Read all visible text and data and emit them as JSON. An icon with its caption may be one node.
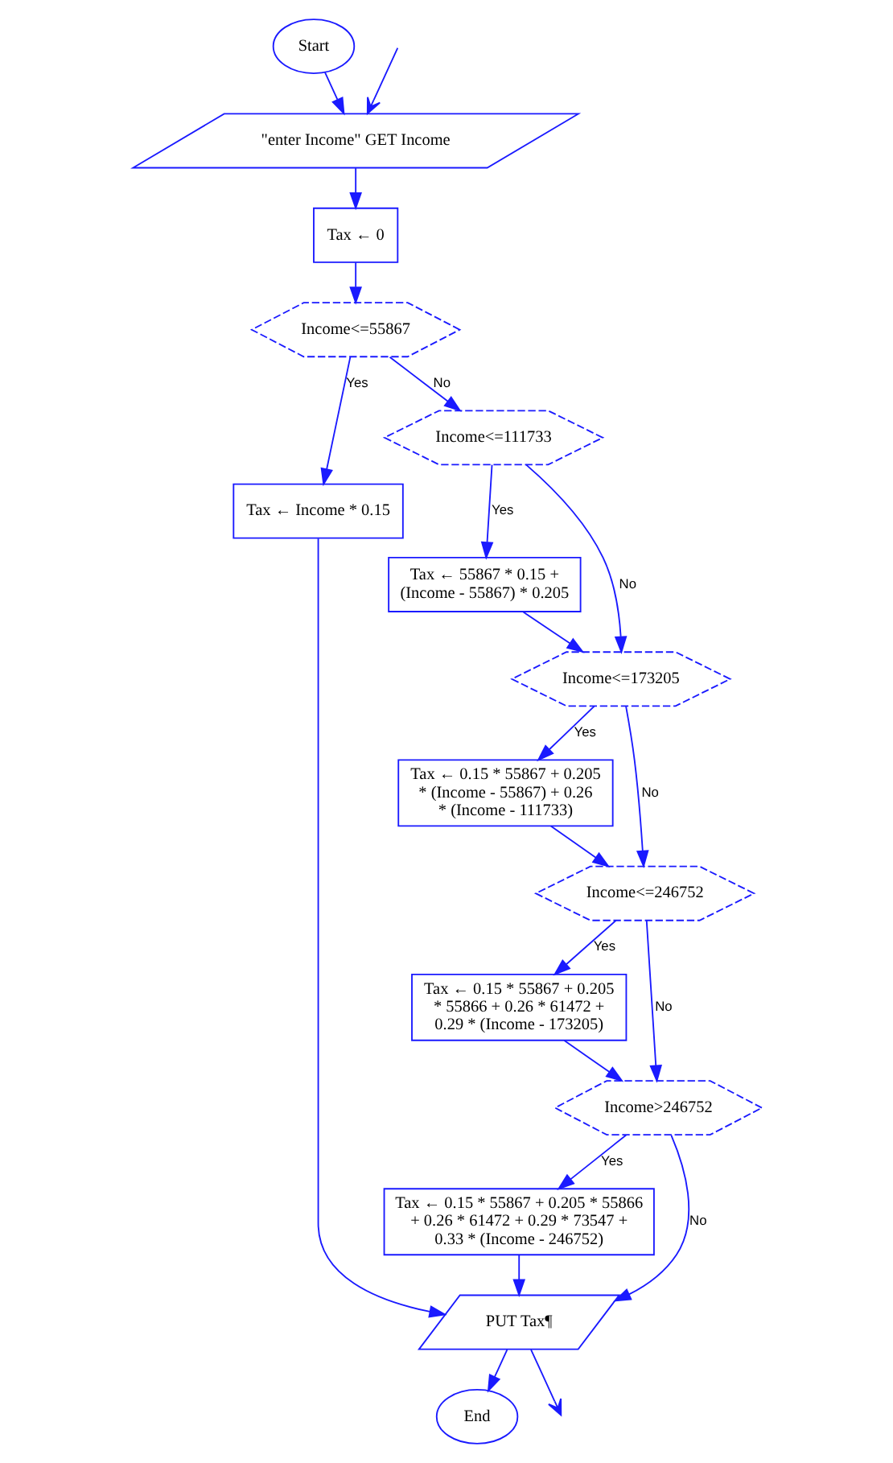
{
  "diagram": {
    "nodes": [
      {
        "text": [
          "Start"
        ]
      },
      {
        "text": [
          "\"enter Income\" GET Income"
        ]
      },
      {
        "text": [
          "Tax ← 0"
        ]
      },
      {
        "text": [
          "Income<=55867"
        ]
      },
      {
        "text": [
          "Tax ← Income * 0.15"
        ]
      },
      {
        "text": [
          "Income<=111733"
        ]
      },
      {
        "text": [
          "Tax ← 55867 * 0.15 + (Income - 55867) * 0.205"
        ]
      },
      {
        "text": [
          "Income<=173205"
        ]
      },
      {
        "text": [
          "Tax ← 0.15 * 55867 + 0.205 * (Income - 55867) + 0.26 * (Income - 111733)"
        ]
      },
      {
        "text": [
          "Income<=246752"
        ]
      },
      {
        "text": [
          "Tax ← 0.15 * 55867 + 0.205 * 55866 + 0.26 * 61472 + 0.29 * (Income - 173205)"
        ]
      },
      {
        "text": [
          "Income>246752"
        ]
      },
      {
        "text": [
          "Tax ← 0.15 * 55867 + 0.205 * 55866 + 0.26 * 61472 + 0.29 * 73547 + 0.33 * (Income - 246752)"
        ]
      },
      {
        "text": [
          "PUT Tax¶"
        ]
      },
      {
        "text": [
          "End"
        ]
      }
    ],
    "edges": [
      {
        "from": 0,
        "to": 1,
        "arrow": "to"
      },
      {
        "from": null,
        "to": 1,
        "arrow": "to"
      },
      {
        "from": 1,
        "to": 2,
        "arrow": "to"
      },
      {
        "from": 2,
        "to": 3,
        "arrow": "to"
      },
      {
        "from": 3,
        "to": 4,
        "label": "Yes",
        "arrow": "to"
      },
      {
        "from": 3,
        "to": 5,
        "label": "No",
        "arrow": "to"
      },
      {
        "from": 5,
        "to": 6,
        "label": "Yes",
        "arrow": "to"
      },
      {
        "from": 5,
        "to": 7,
        "label": "No",
        "arrow": "to"
      },
      {
        "from": 6,
        "to": 7,
        "arrow": "to"
      },
      {
        "from": 7,
        "to": 8,
        "label": "Yes",
        "arrow": "to"
      },
      {
        "from": 7,
        "to": 9,
        "label": "No",
        "arrow": "to"
      },
      {
        "from": 8,
        "to": 9,
        "arrow": "to"
      },
      {
        "from": 9,
        "to": 10,
        "label": "Yes",
        "arrow": "to"
      },
      {
        "from": 9,
        "to": 11,
        "label": "No",
        "arrow": "to"
      },
      {
        "from": 10,
        "to": 11,
        "arrow": "to"
      },
      {
        "from": 11,
        "to": 12,
        "label": "Yes",
        "arrow": "to"
      },
      {
        "from": 11,
        "to": 13,
        "label": "No",
        "arrow": "to"
      },
      {
        "from": 12,
        "to": 13,
        "arrow": "to"
      },
      {
        "from": 4,
        "to": 13,
        "arrow": "to"
      },
      {
        "from": 13,
        "to": 14,
        "arrow": "to"
      },
      {
        "from": 13,
        "to": null,
        "arrow": "to"
      }
    ]
  }
}
